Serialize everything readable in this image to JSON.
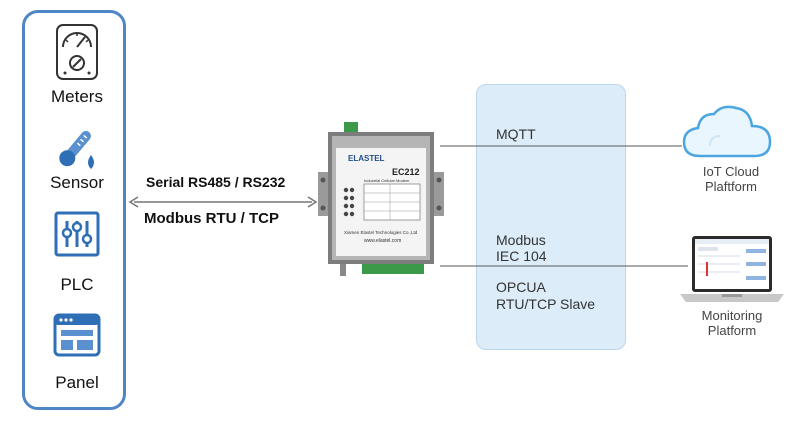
{
  "devices": {
    "meters": "Meters",
    "sensor": "Sensor",
    "plc": "PLC",
    "panel": "Panel"
  },
  "link": {
    "serial": "Serial RS485 / RS232",
    "modbus": "Modbus RTU / TCP"
  },
  "gateway": {
    "brand": "ELASTEL",
    "model": "EC212",
    "subtitle": "Industrial Cellular Modem",
    "company": "Xiamen Elastel Technologies Co.,Ltd",
    "website": "www.elastel.com"
  },
  "protocols": {
    "mqtt": "MQTT",
    "modbus": "Modbus",
    "iec": "IEC 104",
    "opcua": "OPCUA",
    "slave": "RTU/TCP Slave"
  },
  "targets": {
    "cloud_line1": "IoT Cloud",
    "cloud_line2": "Plaftform",
    "monitor_line1": "Monitoring",
    "monitor_line2": "Platform"
  },
  "colors": {
    "panel_border": "#4f86c6",
    "icon_blue": "#2f6fb5",
    "box_fill": "#dcecf8",
    "cloud_blue": "#4aa6e0"
  }
}
